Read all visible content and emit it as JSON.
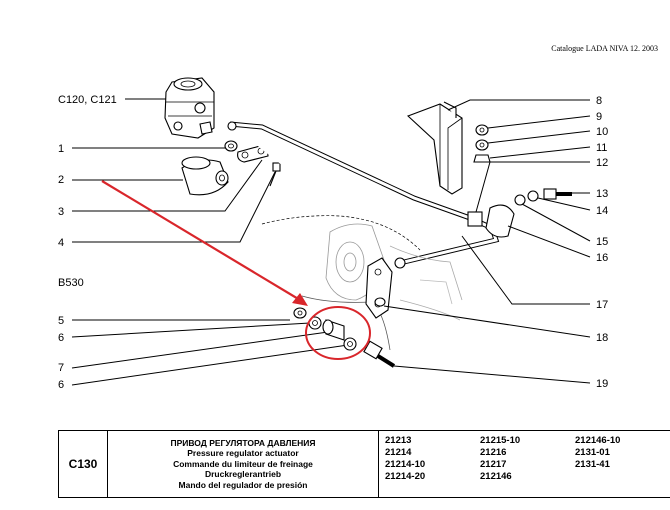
{
  "header": {
    "catalog_label": "Catalogue LADA NIVA 12. 2003"
  },
  "callouts": {
    "ref_left": [
      "C120, C121",
      "1",
      "2",
      "3",
      "4",
      "B530",
      "5",
      "6",
      "7",
      "6"
    ],
    "right": [
      "8",
      "9",
      "10",
      "11",
      "12",
      "13",
      "14",
      "15",
      "16",
      "17",
      "18",
      "19"
    ]
  },
  "title_block": {
    "code": "C130",
    "titles": [
      "ПРИВОД РЕГУЛЯТОРА ДАВЛЕНИЯ",
      "Pressure regulator actuator",
      "Commande du limiteur de freinage",
      "Druckreglerantrieb",
      "Mando del regulador de presión"
    ],
    "models": [
      [
        "21213",
        "21214",
        "21214-10",
        "21214-20"
      ],
      [
        "21215-10",
        "21216",
        "21217",
        "212146"
      ],
      [
        "212146-10",
        "2131-01",
        "2131-41"
      ]
    ]
  },
  "annotation": {
    "arrow_color": "#d9262b",
    "circle_color": "#d9262b"
  }
}
